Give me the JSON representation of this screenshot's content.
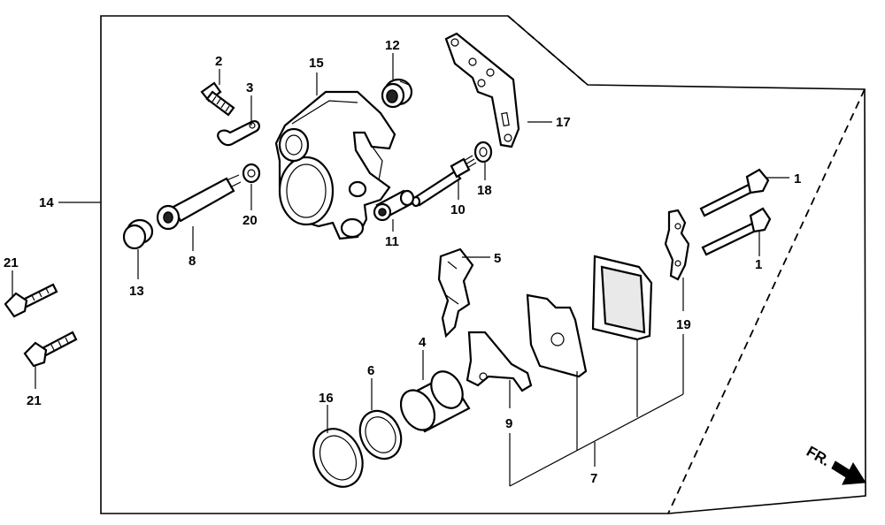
{
  "callouts": {
    "c1a": "1",
    "c1b": "1",
    "c2": "2",
    "c3": "3",
    "c4": "4",
    "c5": "5",
    "c6": "6",
    "c7": "7",
    "c8": "8",
    "c9": "9",
    "c10": "10",
    "c11": "11",
    "c12": "12",
    "c13": "13",
    "c14": "14",
    "c15": "15",
    "c16": "16",
    "c17": "17",
    "c18": "18",
    "c19": "19",
    "c20": "20",
    "c21a": "21",
    "c21b": "21"
  },
  "direction_marker": {
    "text": "FR."
  }
}
